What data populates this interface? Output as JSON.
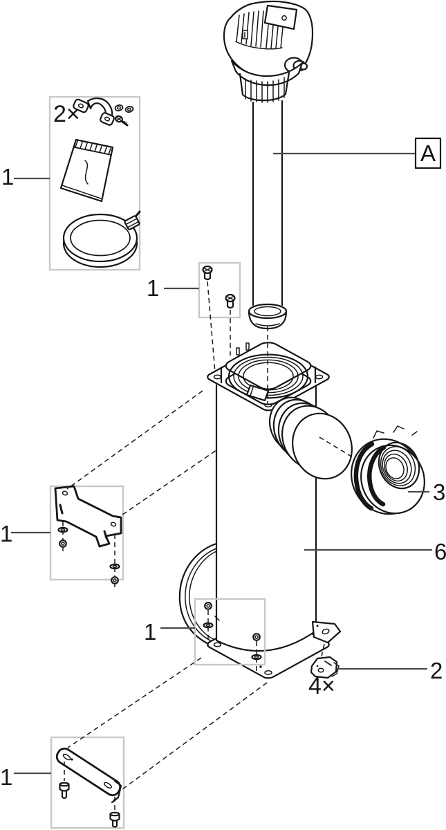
{
  "diagram": {
    "colors": {
      "line": "#161616",
      "leader": "#4a4a4a",
      "frame": "#c8c8c8",
      "background": "#ffffff"
    },
    "callouts": {
      "one": "1",
      "two": "2",
      "three": "3",
      "six": "6",
      "a": "A"
    },
    "quantities": {
      "bracket_kit": "2×",
      "clip": "4×"
    }
  }
}
